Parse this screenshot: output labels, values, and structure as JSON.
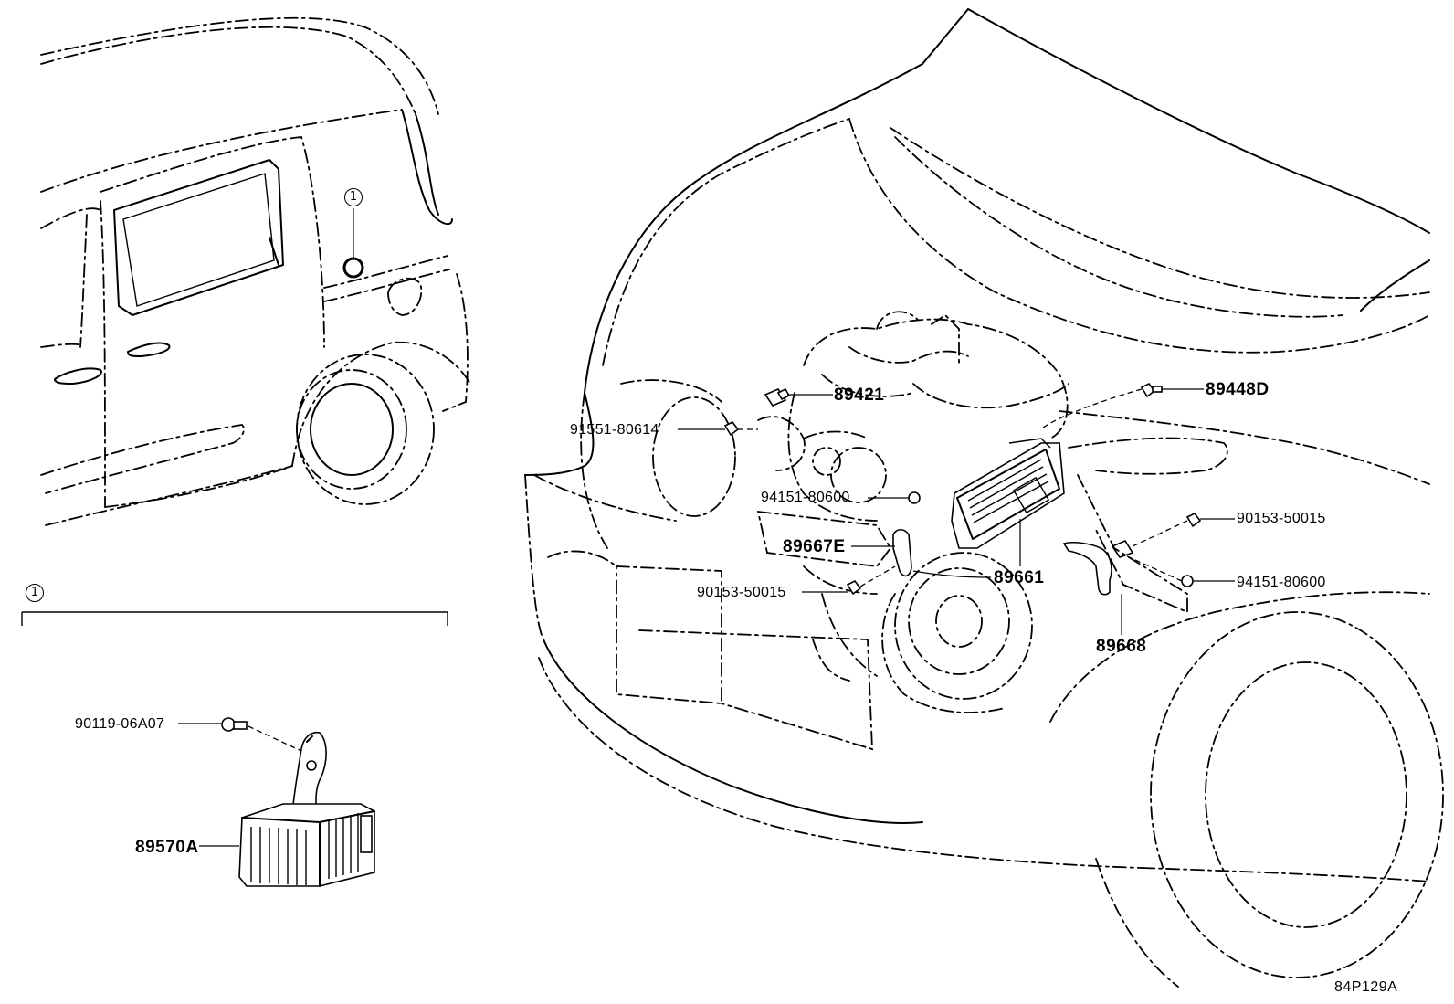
{
  "diagram": {
    "callouts": {
      "marker_top": "1",
      "marker_section": "1"
    },
    "parts": {
      "p89421": "89421",
      "p89448D": "89448D",
      "p91551": "91551-80614",
      "p94151a": "94151-80600",
      "p90153a": "90153-50015",
      "p89667E": "89667E",
      "p89661": "89661",
      "p90153b": "90153-50015",
      "p94151b": "94151-80600",
      "p89668": "89668",
      "p90119": "90119-06A07",
      "p89570A": "89570A"
    },
    "figure_code": "84P129A"
  }
}
